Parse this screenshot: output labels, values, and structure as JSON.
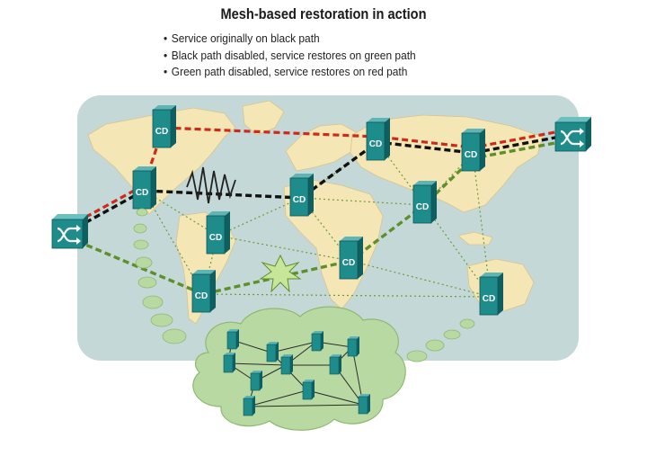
{
  "title": "Mesh-based restoration in action",
  "bullets": [
    "Service originally on black path",
    "Black path disabled, service restores on green path",
    "Green path disabled, service restores on red path"
  ],
  "node_label": "CD",
  "icons": {
    "switch": "crossed-arrows-switch-icon",
    "failure": "lightning-zigzag-icon",
    "burst": "starburst-break-icon",
    "cloud": "network-cloud-icon"
  },
  "colors": {
    "ocean": "#c4d9d7",
    "land": "#f5e6b5",
    "node": "#1f8c8c",
    "black_path": "#111111",
    "green_path": "#5e8f2a",
    "red_path": "#cc2a1a",
    "mesh_link": "#6b9c3a",
    "cloud": "#b9d9a2"
  }
}
